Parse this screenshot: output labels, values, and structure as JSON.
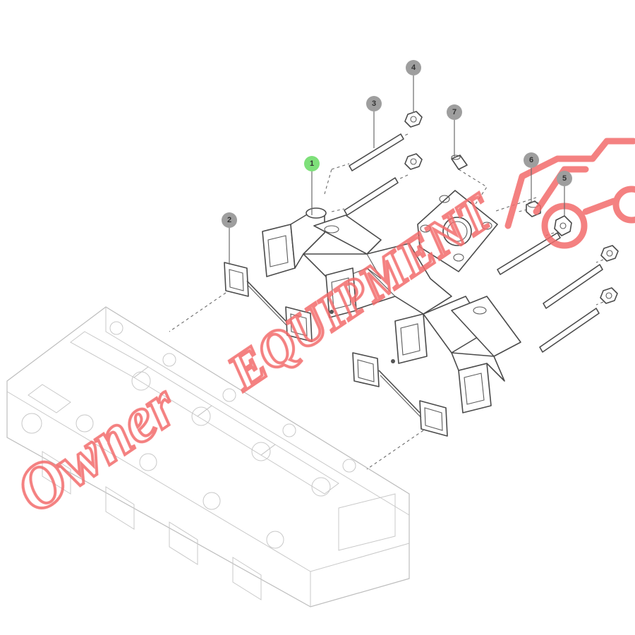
{
  "callouts": [
    {
      "id": "1",
      "label": "1",
      "highlight": true
    },
    {
      "id": "2",
      "label": "2",
      "highlight": false
    },
    {
      "id": "3",
      "label": "3",
      "highlight": false
    },
    {
      "id": "4",
      "label": "4",
      "highlight": false
    },
    {
      "id": "5",
      "label": "5",
      "highlight": false
    },
    {
      "id": "6",
      "label": "6",
      "highlight": false
    },
    {
      "id": "7",
      "label": "7",
      "highlight": false
    }
  ],
  "colors": {
    "callout_default": "#9e9e9e",
    "callout_highlight": "#7ee07a",
    "callout_text": "#333333",
    "watermark": "#f26b6b",
    "line": "#4a4a4a",
    "head_line": "#bdbdbd"
  },
  "watermark": {
    "word1": "Owner",
    "word2": "EQUIPMENT"
  },
  "icons": {
    "tractor": "tractor-watermark-icon"
  }
}
